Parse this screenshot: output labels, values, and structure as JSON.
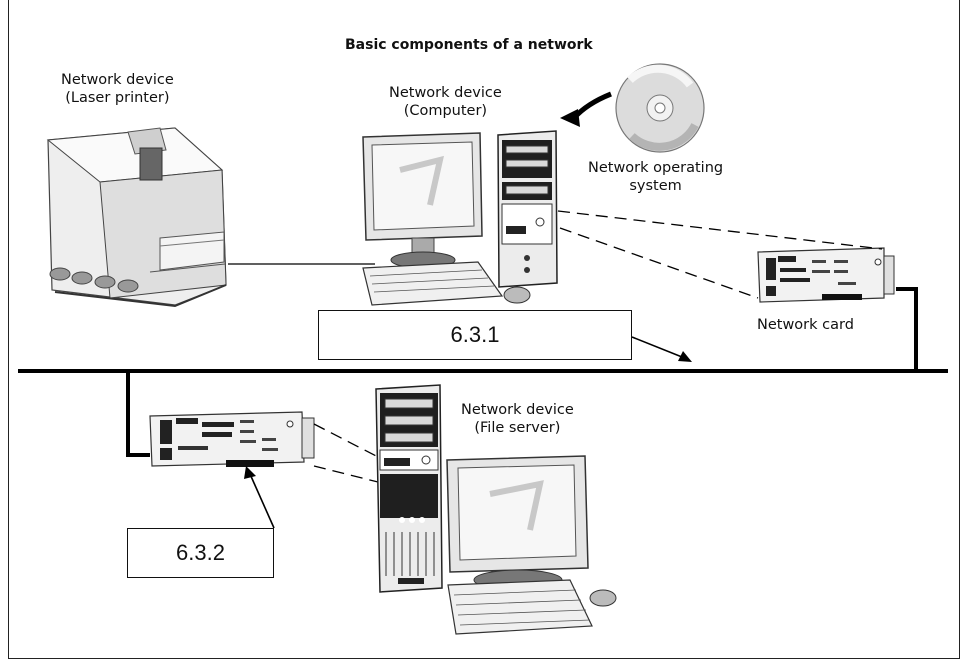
{
  "title": "Basic components of a network",
  "labels": {
    "printer": [
      "Network device",
      "(Laser printer)"
    ],
    "computer": [
      "Network device",
      "(Computer)"
    ],
    "nos": [
      "Network operating",
      "system"
    ],
    "card": "Network card",
    "server": [
      "Network device",
      "(File server)"
    ]
  },
  "callouts": {
    "box1": "6.3.1",
    "box2": "6.3.2"
  }
}
